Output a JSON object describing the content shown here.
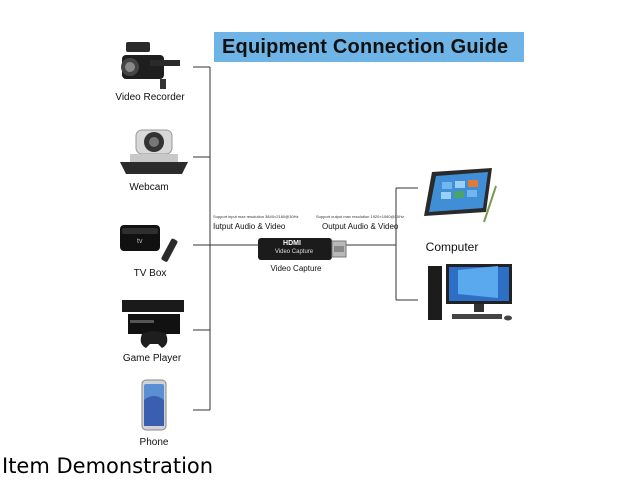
{
  "header": {
    "title": "Equipment Connection Guide"
  },
  "sources": [
    {
      "label": "Video Recorder",
      "icon": "video-camera-icon"
    },
    {
      "label": "Webcam",
      "icon": "webcam-icon"
    },
    {
      "label": "TV Box",
      "icon": "tv-box-icon"
    },
    {
      "label": "Game Player",
      "icon": "game-console-icon"
    },
    {
      "label": "Phone",
      "icon": "phone-icon"
    }
  ],
  "device": {
    "label": "Video Capture",
    "logo": "HDMI",
    "body_text": "Video Capture",
    "input_note": "Support input max resolution 3840×2160@30Hz",
    "input_label": "Iutput Audio & Video",
    "output_note": "Support output max resolution 1920×1080@30Hz",
    "output_label": "Output Audio & Video"
  },
  "targets": [
    {
      "label": "Computer",
      "icon": "tablet-icon"
    },
    {
      "label": "",
      "icon": "desktop-computer-icon"
    }
  ],
  "caption": "Item Demonstration"
}
